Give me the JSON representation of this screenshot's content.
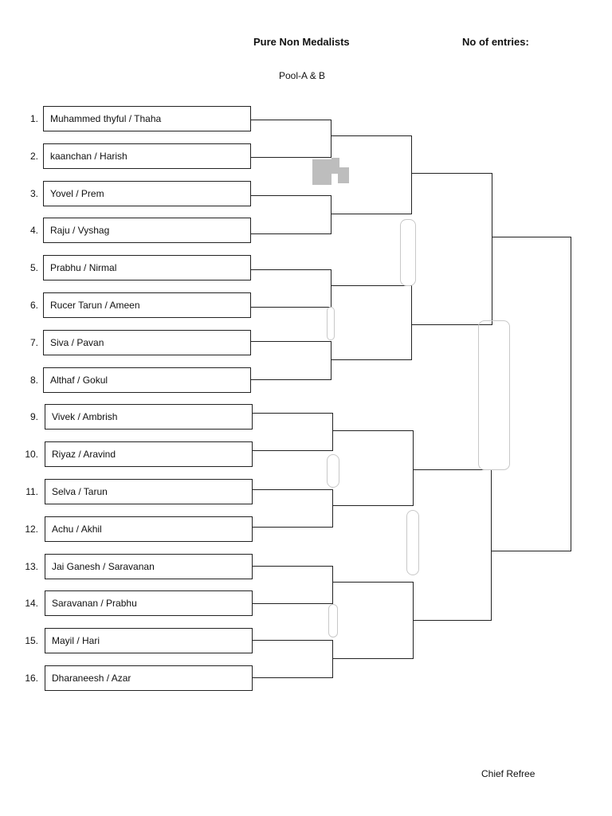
{
  "header": {
    "title": "Pure  Non Medalists",
    "entries_label": "No of entries:",
    "pool": "Pool-A & B"
  },
  "entries": [
    {
      "num": "1.",
      "name": "Muhammed thyful / Thaha"
    },
    {
      "num": "2.",
      "name": "kaanchan / Harish"
    },
    {
      "num": "3.",
      "name": "Yovel / Prem"
    },
    {
      "num": "4.",
      "name": "Raju / Vyshag"
    },
    {
      "num": "5.",
      "name": "Prabhu / Nirmal"
    },
    {
      "num": "6.",
      "name": "Rucer Tarun / Ameen"
    },
    {
      "num": "7.",
      "name": "Siva / Pavan"
    },
    {
      "num": "8.",
      "name": "Althaf / Gokul"
    },
    {
      "num": "9.",
      "name": "Vivek / Ambrish"
    },
    {
      "num": "10.",
      "name": "Riyaz / Aravind"
    },
    {
      "num": "11.",
      "name": "Selva / Tarun"
    },
    {
      "num": "12.",
      "name": "Achu / Akhil"
    },
    {
      "num": "13.",
      "name": "Jai Ganesh / Saravanan"
    },
    {
      "num": "14.",
      "name": "Saravanan / Prabhu"
    },
    {
      "num": "15.",
      "name": "Mayil / Hari"
    },
    {
      "num": "16.",
      "name": "Dharaneesh / Azar"
    }
  ],
  "footer": {
    "signature_label": "Chief Refree"
  }
}
